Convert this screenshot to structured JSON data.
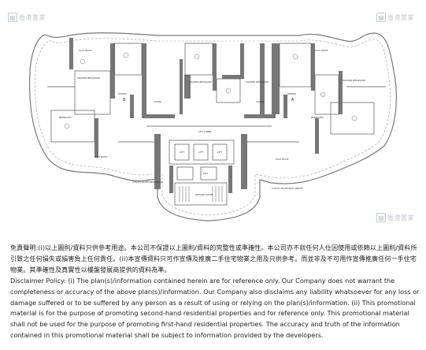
{
  "watermarks": [
    {
      "badge": "▦",
      "text": "香港置業"
    },
    {
      "badge": "▦",
      "text": "香港置業"
    },
    {
      "badge": "▦",
      "text": "香港置業"
    }
  ],
  "plan_labels": {
    "flat_roof": "FLAT ROOF",
    "master_bedroom": "MASTER BEDROOM",
    "bedroom": "BEDROOM",
    "dining": "DINING",
    "living": "LIVING",
    "lift_lobby": "LIFT LOBBY",
    "lift": "LIFT",
    "refuge_room": "REFUGE ROOM",
    "utility_platform": "UTILITY PLATFORM ABOVE",
    "flat_a": "A",
    "flat_b": "B"
  },
  "disclaimer_zh": "免責聲明:(i)以上圖則/資料只供參考用途。本公司不保證以上圖則/資料的完整性或準確性。本公司亦不就任何人仕因使用或依賴以上圖則/資料所引致之任何損失或損害負上任何責任。(ii)本宣傳資料只可作宣傳及推廣二手住宅物業之用及只供參考。而並非及不可用作宣傳推廣任何一手住宅物業。其準確性及真實性以樓盤發展商提供的資料為準。",
  "disclaimer_en": "Disclaimer Policy: (i) The plan(s)/information contained herein are for reference only. Our Company does not warrant the completeness or accuracy of the above plan(s)/information. Our Company also disclaims any liability whatsoever for any loss or damage suffered or to be suffered by any person as a result of using or relying on the plan(s)/information. (ii) This promotional material is for the purpose of promoting second-hand residential properties and for reference only. This promotional material shall not be used for the purpose of promoting first-hand residential properties. The accuracy and truth of the information contained in this promotional material shall be subject to information provided by the developers."
}
